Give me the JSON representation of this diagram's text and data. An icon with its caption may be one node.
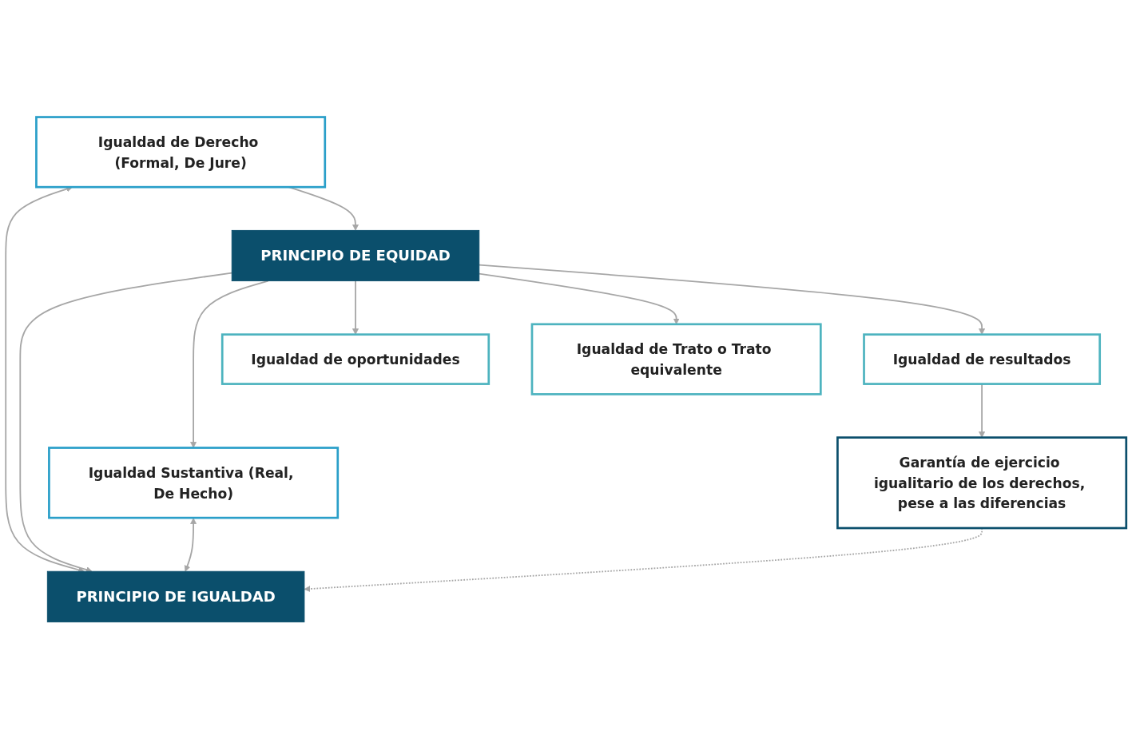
{
  "diagram": {
    "nodes": [
      {
        "text": [
          "PRINCIPIO DE IGUALDAD"
        ]
      },
      {
        "text": [
          "Igualdad de Derecho (Formal, De Jure)"
        ]
      },
      {
        "text": [
          "PRINCIPIO DE EQUIDAD"
        ]
      },
      {
        "text": [
          "Igualdad Sustantiva (Real, De Hecho)"
        ]
      },
      {
        "text": [
          "Igualdad de oportunidades"
        ]
      },
      {
        "text": [
          "Igualdad de Trato o Trato equivalente"
        ]
      },
      {
        "text": [
          "Igualdad de resultados"
        ]
      },
      {
        "text": [
          "Garantía de ejercicio igualitario de los derechos, pese a las diferencias"
        ]
      }
    ],
    "edges": [
      {
        "from": 1,
        "to": 0,
        "arrow": "both"
      },
      {
        "from": 3,
        "to": 0,
        "arrow": "both"
      },
      {
        "from": 2,
        "to": 0,
        "arrow": "to"
      },
      {
        "from": 1,
        "to": 2,
        "arrow": "to"
      },
      {
        "from": 2,
        "to": 3,
        "arrow": "to"
      },
      {
        "from": 2,
        "to": 4,
        "arrow": "to"
      },
      {
        "from": 2,
        "to": 5,
        "arrow": "to"
      },
      {
        "from": 2,
        "to": 6,
        "arrow": "to"
      },
      {
        "from": 6,
        "to": 7,
        "arrow": "to"
      },
      {
        "from": 7,
        "to": 0,
        "arrow": "to",
        "style": "dashed"
      }
    ]
  }
}
